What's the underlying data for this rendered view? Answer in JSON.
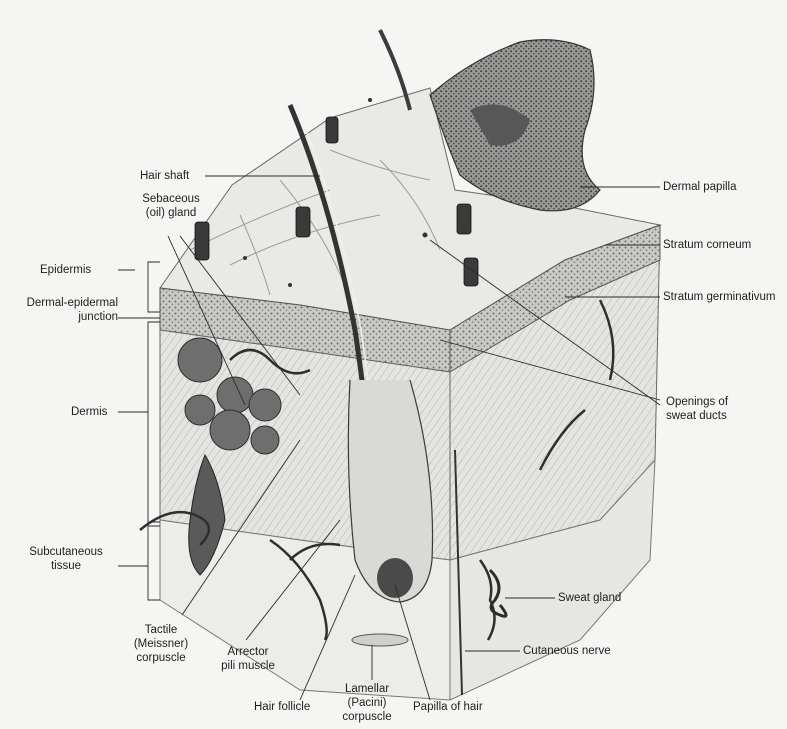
{
  "title": "",
  "colors": {
    "background": "#f5f5f3",
    "ink": "#1e1e1e",
    "tissue_dark": "#4a4a4a",
    "tissue_mid": "#8a8a8a",
    "tissue_light": "#d8d8d6"
  },
  "labels": {
    "hair_shaft": "Hair shaft",
    "sebaceous_gland_1": "Sebaceous",
    "sebaceous_gland_2": "(oil) gland",
    "epidermis": "Epidermis",
    "dermal_epidermal_junction_1": "Dermal-epidermal",
    "dermal_epidermal_junction_2": "junction",
    "dermis": "Dermis",
    "subcutaneous_tissue_1": "Subcutaneous",
    "subcutaneous_tissue_2": "tissue",
    "tactile_corpuscle_1": "Tactile",
    "tactile_corpuscle_2": "(Meissner)",
    "tactile_corpuscle_3": "corpuscle",
    "arrector_pili_1": "Arrector",
    "arrector_pili_2": "pili muscle",
    "hair_follicle": "Hair follicle",
    "lamellar_corpuscle_1": "Lamellar",
    "lamellar_corpuscle_2": "(Pacini)",
    "lamellar_corpuscle_3": "corpuscle",
    "papilla_of_hair": "Papilla of hair",
    "dermal_papilla": "Dermal papilla",
    "stratum_corneum": "Stratum corneum",
    "stratum_germinativum": "Stratum germinativum",
    "openings_sweat_ducts_1": "Openings of",
    "openings_sweat_ducts_2": "sweat ducts",
    "sweat_gland": "Sweat gland",
    "cutaneous_nerve": "Cutaneous nerve"
  }
}
